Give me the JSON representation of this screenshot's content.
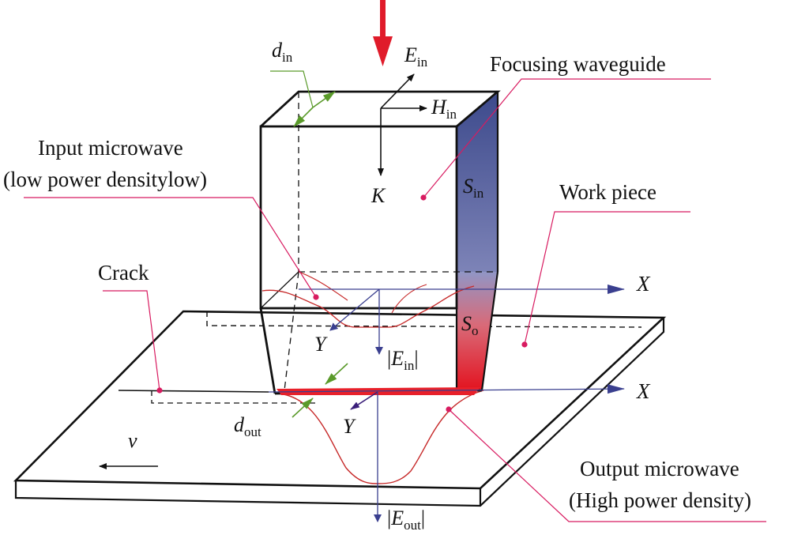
{
  "labels": {
    "d_in": {
      "main": "d",
      "sub": "in"
    },
    "e_in": {
      "main": "E",
      "sub": "in"
    },
    "h_in": {
      "main": "H",
      "sub": "in"
    },
    "k": "K",
    "s_in": {
      "main": "S",
      "sub": "in"
    },
    "s_o": {
      "main": "S",
      "sub": "o"
    },
    "focusing_waveguide": "Focusing waveguide",
    "input_microwave_line1": "Input microwave",
    "input_microwave_line2": "(low power densitylow)",
    "work_piece": "Work piece",
    "crack": "Crack",
    "x_top": "X",
    "x_bottom": "X",
    "y_top": "Y",
    "y_bottom": "Y",
    "abs_e_in": {
      "pre": "|",
      "main": "E",
      "sub": "in",
      "post": "|"
    },
    "abs_e_out": {
      "pre": "|",
      "main": "E",
      "sub": "out",
      "post": "|"
    },
    "d_out": {
      "main": "d",
      "sub": "out"
    },
    "v": "v",
    "output_microwave_line1": "Output microwave",
    "output_microwave_line2": "(High power density)"
  },
  "colors": {
    "leader": "#d81b60",
    "axis": "#3a3f8f",
    "input_arrow": "#e01b2a",
    "dimension": "#5a9a2a",
    "field_curve": "#c62828",
    "sin_face_top": "#3d4a8c",
    "sin_face_bottom": "#8a8fc0",
    "output_face": "#e8202a"
  }
}
